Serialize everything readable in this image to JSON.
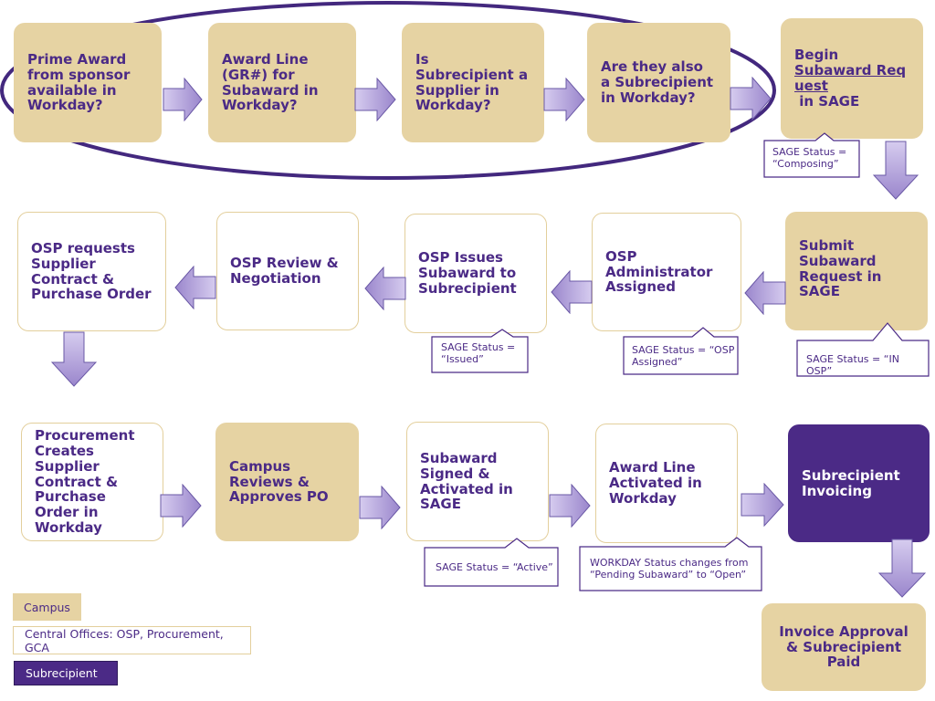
{
  "row1": {
    "prime_award": "Prime Award from sponsor available in Workday?",
    "award_line": "Award Line (GR#) for Subaward in Workday?",
    "is_subrecipient": "Is Subrecipient a Supplier in Workday?",
    "also_subrecipient": "Are they also a Subrecipient in Workday?",
    "begin_line1": "Begin",
    "begin_link": "Subaward Request",
    "begin_line3": " in SAGE"
  },
  "row2": {
    "submit": "Submit Subaward Request in SAGE",
    "osp_admin": "OSP Administrator Assigned",
    "osp_issues": "OSP Issues Subaward to Subrecipient",
    "osp_review": "OSP Review & Negotiation",
    "osp_requests": "OSP requests Supplier Contract & Purchase Order"
  },
  "row3": {
    "procurement": "Procurement Creates Supplier Contract & Purchase Order in Workday",
    "campus_reviews": "Campus Reviews & Approves PO",
    "subaward_signed": "Subaward Signed & Activated in SAGE",
    "award_line_activated": "Award Line Activated in Workday",
    "subrecipient_invoicing": "Subrecipient Invoicing"
  },
  "final": {
    "invoice_approval": "Invoice Approval & Subrecipient Paid"
  },
  "callouts": {
    "composing": "SAGE Status = “Composing”",
    "in_osp": "SAGE Status = “IN OSP”",
    "osp_assigned": "SAGE Status = “OSP Assigned”",
    "issued": "SAGE Status = “Issued”",
    "active": "SAGE Status = “Active”",
    "workday": "WORKDAY Status changes from “Pending Subaward” to “Open”"
  },
  "legend": {
    "campus": "Campus",
    "central": "Central Offices: OSP, Procurement, GCA",
    "subrecipient": "Subrecipient"
  },
  "colors": {
    "campus": "#e6d3a3",
    "central_border": "#e3cf9c",
    "subrecipient": "#4b2a86",
    "text": "#4b2a86",
    "arrow_fill": "#b8a8dc",
    "arrow_stroke": "#6a58a6"
  }
}
